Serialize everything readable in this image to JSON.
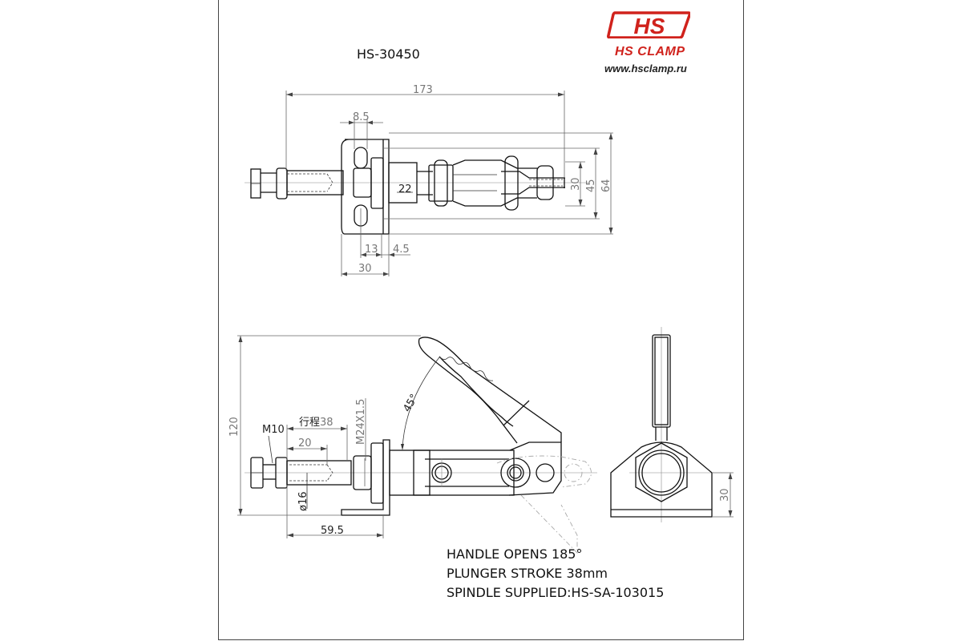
{
  "brand": {
    "logo_mark": "HS",
    "name": "HS CLAMP",
    "url": "www.hsclamp.ru",
    "color": "#d0221c"
  },
  "drawing": {
    "model": "HS-30450",
    "top_view": {
      "dimensions": {
        "overall_length": "173",
        "slot_width": "8.5",
        "shaft": "22",
        "height_30": "30",
        "height_45": "45",
        "height_64": "64",
        "base_13": "13",
        "base_4_5": "4.5",
        "base_30": "30"
      }
    },
    "side_view": {
      "dimensions": {
        "height_120": "120",
        "bolt": "M10",
        "stroke_label": "行程38",
        "stroke_cn": "行程",
        "stroke_value": "38",
        "thread_20": "20",
        "thread_spec": "M24X1.5",
        "diameter": "ø16",
        "handle_angle": "45°",
        "base_59_5": "59.5"
      }
    },
    "end_view": {
      "dimensions": {
        "height_30": "30"
      }
    },
    "notes": [
      "HANDLE OPENS 185°",
      "PLUNGER STROKE 38mm",
      "SPINDLE SUPPLIED:HS-SA-103015"
    ]
  }
}
